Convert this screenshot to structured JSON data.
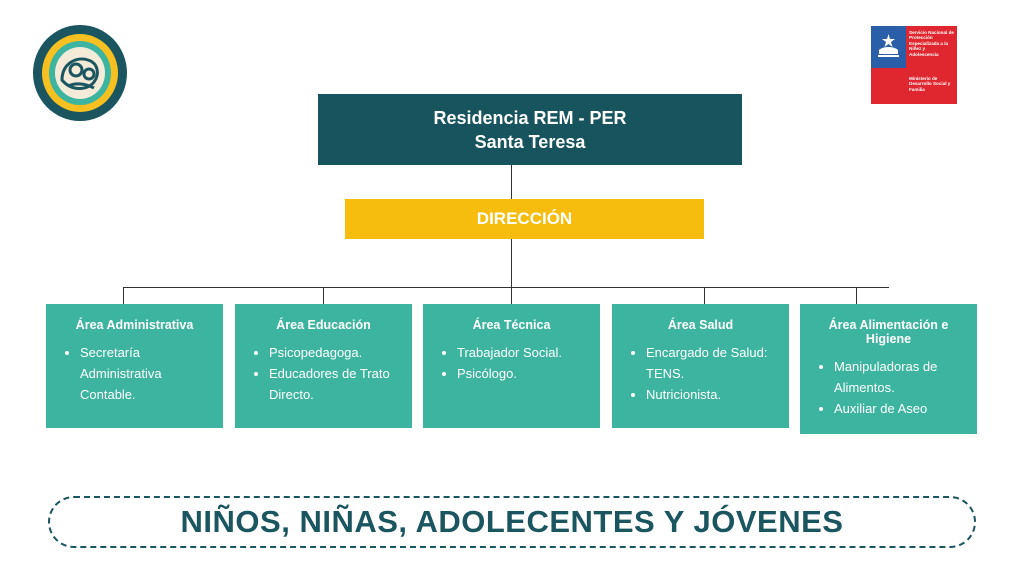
{
  "org": {
    "title_line1": "Residencia REM - PER",
    "title_line2": "Santa Teresa"
  },
  "direction": {
    "label": "DIRECCIÓN"
  },
  "areas": [
    {
      "title": "Área Administrativa",
      "items": [
        "Secretaría Administrativa Contable."
      ]
    },
    {
      "title": "Área Educación",
      "items": [
        "Psicopedagoga.",
        "Educadores de Trato Directo."
      ]
    },
    {
      "title": "Área Técnica",
      "items": [
        "Trabajador Social.",
        "Psicólogo."
      ]
    },
    {
      "title": "Área Salud",
      "items": [
        "Encargado de Salud: TENS.",
        "Nutricionista."
      ]
    },
    {
      "title": "Área Alimentación e Higiene",
      "items": [
        "Manipuladoras de Alimentos.",
        "Auxiliar de Aseo"
      ]
    }
  ],
  "banner": {
    "text": "NIÑOS, NIÑAS, ADOLECENTES Y JÓVENES"
  },
  "gov_logo": {
    "service_text": "Servicio Nacional de Protección Especializada a la Niñez y Adolescencia",
    "ministry_text": "Ministerio de Desarrollo Social y Familia"
  },
  "colors": {
    "dark_teal": "#17545e",
    "yellow": "#f6bd0e",
    "area_green": "#3db4a0",
    "banner_text": "#1a5560"
  },
  "icons": {
    "left_logo": "circular-family-logo-icon",
    "gov_seal": "chile-government-seal-icon"
  }
}
